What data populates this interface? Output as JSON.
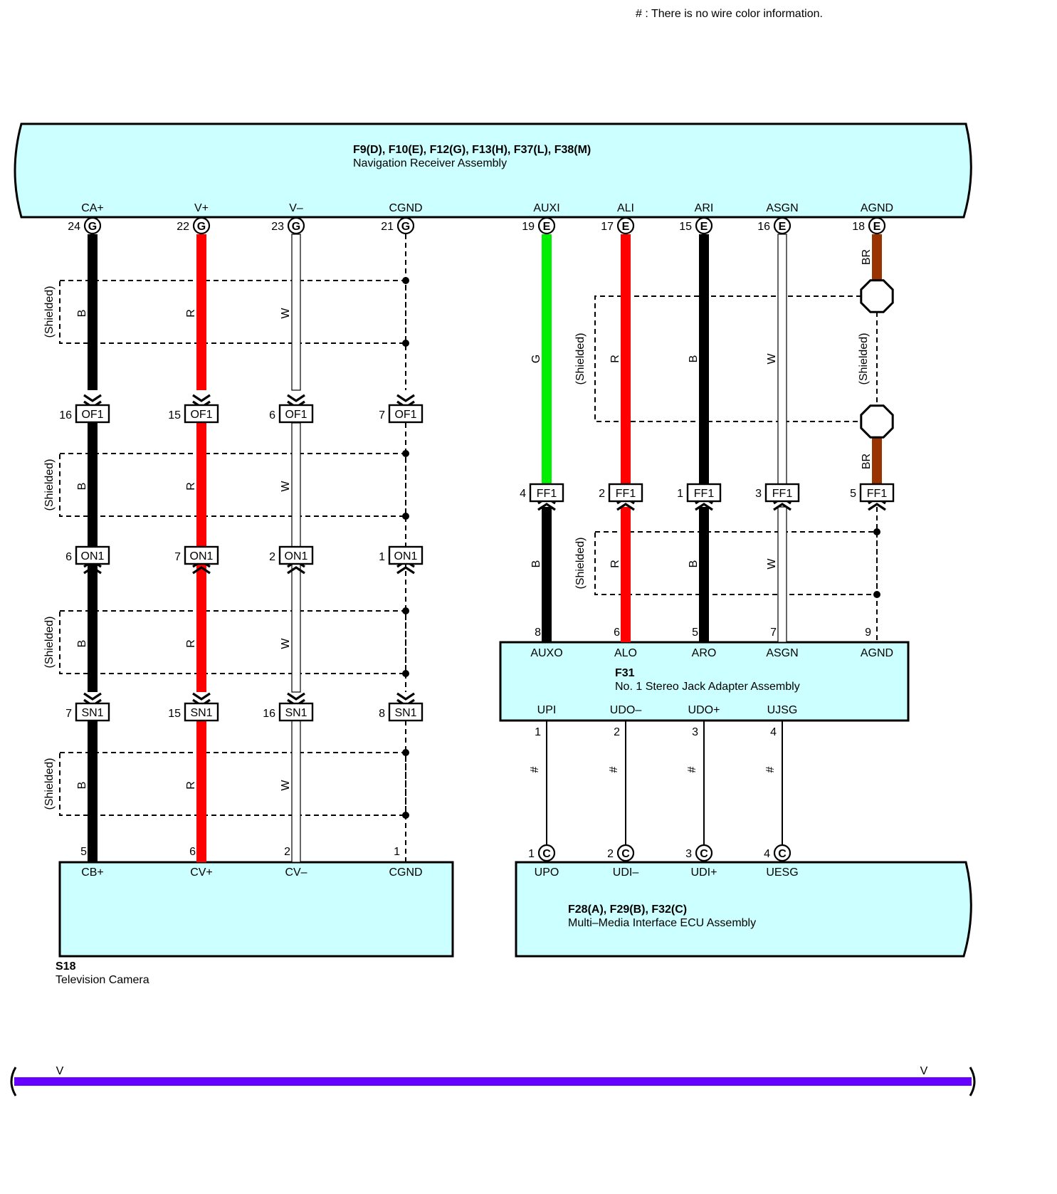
{
  "note": "# : There is no wire color information.",
  "nav": {
    "connectors": "F9(D), F10(E), F12(G), F13(H), F37(L), F38(M)",
    "name": "Navigation Receiver Assembly",
    "pins": [
      {
        "label": "CA+",
        "num": "24",
        "conn": "G"
      },
      {
        "label": "V+",
        "num": "22",
        "conn": "G"
      },
      {
        "label": "V–",
        "num": "23",
        "conn": "G"
      },
      {
        "label": "CGND",
        "num": "21",
        "conn": "G"
      },
      {
        "label": "AUXI",
        "num": "19",
        "conn": "E"
      },
      {
        "label": "ALI",
        "num": "17",
        "conn": "E"
      },
      {
        "label": "ARI",
        "num": "15",
        "conn": "E"
      },
      {
        "label": "ASGN",
        "num": "16",
        "conn": "E"
      },
      {
        "label": "AGND",
        "num": "18",
        "conn": "E"
      }
    ]
  },
  "left_wires": [
    {
      "color": "#000000",
      "code": "B"
    },
    {
      "color": "#ff0000",
      "code": "R"
    },
    {
      "color": "#ffffff",
      "code": "W"
    },
    {
      "color": "none",
      "code": ""
    }
  ],
  "shielded_label": "(Shielded)",
  "of1": {
    "name": "OF1",
    "pins": [
      "16",
      "15",
      "6",
      "7"
    ]
  },
  "on1": {
    "name": "ON1",
    "pins": [
      "6",
      "7",
      "2",
      "1"
    ]
  },
  "sn1": {
    "name": "SN1",
    "pins": [
      "7",
      "15",
      "16",
      "8"
    ]
  },
  "camera": {
    "connector": "S18",
    "name": "Television Camera",
    "pins": [
      {
        "label": "CB+",
        "num": "5"
      },
      {
        "label": "CV+",
        "num": "6"
      },
      {
        "label": "CV–",
        "num": "2"
      },
      {
        "label": "CGND",
        "num": "1"
      }
    ]
  },
  "right_upper_wires": [
    {
      "color": "#00ee00",
      "code": "G"
    },
    {
      "color": "#ff0000",
      "code": "R"
    },
    {
      "color": "#000000",
      "code": "B"
    },
    {
      "color": "#ffffff",
      "code": "W"
    },
    {
      "color": "#993300",
      "code": "BR"
    }
  ],
  "right_lower_wires": [
    {
      "color": "#000000",
      "code": "B"
    },
    {
      "color": "#ff0000",
      "code": "R"
    },
    {
      "color": "#000000",
      "code": "B"
    },
    {
      "color": "#ffffff",
      "code": "W"
    },
    {
      "color": "none",
      "code": ""
    }
  ],
  "agnd_upper_code": "BR",
  "ff1": {
    "name": "FF1",
    "pins": [
      "4",
      "2",
      "1",
      "3",
      "5"
    ]
  },
  "jack": {
    "connector": "F31",
    "name": "No. 1 Stereo Jack Adapter Assembly",
    "top_pins": [
      {
        "label": "AUXO",
        "num": "8"
      },
      {
        "label": "ALO",
        "num": "6"
      },
      {
        "label": "ARO",
        "num": "5"
      },
      {
        "label": "ASGN",
        "num": "7"
      },
      {
        "label": "AGND",
        "num": "9"
      }
    ],
    "bottom_pins": [
      {
        "label": "UPI",
        "num": "1"
      },
      {
        "label": "UDO–",
        "num": "2"
      },
      {
        "label": "UDO+",
        "num": "3"
      },
      {
        "label": "UJSG",
        "num": "4"
      }
    ]
  },
  "hash_mark": "#",
  "mmi": {
    "connectors": "F28(A), F29(B), F32(C)",
    "name": "Multi–Media Interface ECU Assembly",
    "pins": [
      {
        "label": "UPO",
        "num": "1",
        "conn": "C"
      },
      {
        "label": "UDI–",
        "num": "2",
        "conn": "C"
      },
      {
        "label": "UDI+",
        "num": "3",
        "conn": "C"
      },
      {
        "label": "UESG",
        "num": "4",
        "conn": "C"
      }
    ]
  },
  "bus": {
    "color": "#6600ff",
    "left_label": "V",
    "right_label": "V"
  }
}
